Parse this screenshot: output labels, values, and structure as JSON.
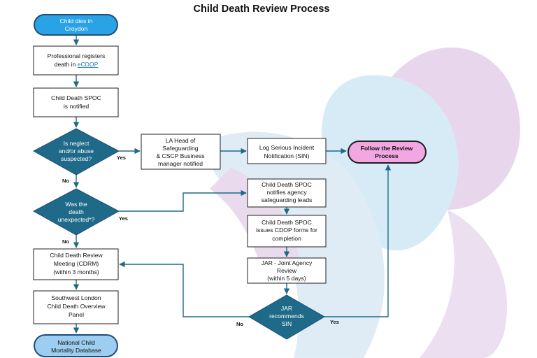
{
  "title": "Child Death Review Process",
  "nodes": {
    "start": [
      "Child dies in",
      "Croydon"
    ],
    "register": {
      "line1": "Professional registers",
      "line2_prefix": "death in ",
      "line2_link": "eCDOP"
    },
    "spoc_notified": [
      "Child Death SPOC",
      "is notified"
    ],
    "neglect": [
      "Is neglect",
      "and/or abuse",
      "suspected?"
    ],
    "la_head": [
      "LA Head of",
      "Safeguarding",
      "& CSCP Business",
      "manager notified"
    ],
    "log_sin": [
      "Log Serious Incident",
      "Notification (SIN)"
    ],
    "follow": [
      "Follow the Review",
      "Process"
    ],
    "unexpected": [
      "Was the",
      "death",
      "unexpected*?"
    ],
    "notifies_agency": [
      "Child Death SPOC",
      "notifies agency",
      "safeguarding leads"
    ],
    "issues_forms": [
      "Child Death SPOC",
      "issues CDOP forms for",
      "completion"
    ],
    "jar": [
      "JAR - Joint Agency",
      "Review",
      "(within 5 days)"
    ],
    "jar_sin": [
      "JAR",
      "recommends",
      "SIN"
    ],
    "cdrm": [
      "Child Death Review",
      "Meeting (CDRM)",
      "(within 3  months)"
    ],
    "panel": [
      "Southwest London",
      "Child Death Overview",
      "Panel"
    ],
    "database": [
      "National Child",
      "Mortality Database"
    ]
  },
  "edge_labels": {
    "neglect_yes": "Yes",
    "neglect_no": "No",
    "unexpected_yes": "Yes",
    "unexpected_no": "No",
    "jar_no": "No",
    "jar_yes": "Yes"
  },
  "colors": {
    "flow_arrow": "#1f6a88",
    "terminal_fill": "#9dcdf0",
    "terminal_border": "#1f4e79",
    "decision_fill": "#1f6a88",
    "follow_fill": "#f2a6e2",
    "watermark_blue": "#b9dcf1",
    "watermark_purple": "#e0c6e6"
  }
}
